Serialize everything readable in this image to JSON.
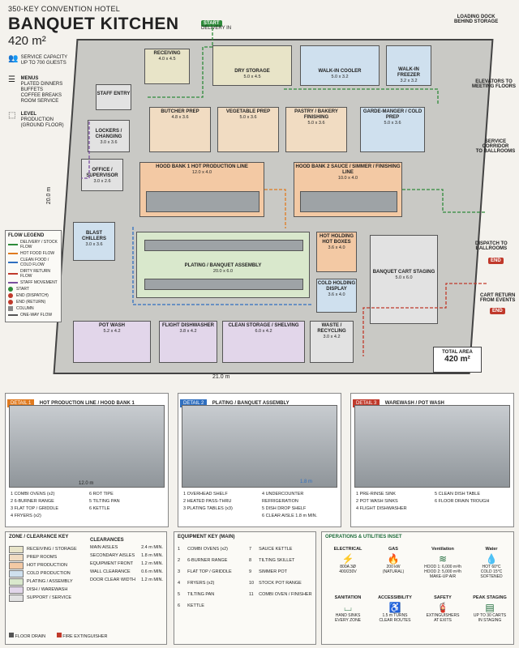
{
  "header": {
    "subtitle": "350-KEY CONVENTION HOTEL",
    "title": "BANQUET KITCHEN",
    "area": "420 m²"
  },
  "info": [
    {
      "icon": "guests-icon",
      "lines": [
        "SERVICE CAPACITY",
        "UP TO 700 GUESTS"
      ]
    },
    {
      "icon": "menu-icon",
      "label": "MENUS",
      "lines": [
        "PLATED DINNERS",
        "BUFFETS",
        "COFFEE BREAKS",
        "ROOM SERVICE"
      ]
    },
    {
      "icon": "level-icon",
      "label": "LEVEL",
      "lines": [
        "PRODUCTION",
        "(GROUND FLOOR)"
      ]
    }
  ],
  "plan_labels": {
    "loading": [
      "LOADING DOCK",
      "BEHIND STORAGE"
    ],
    "start_delivery": [
      "START",
      "DELIVERY IN"
    ],
    "width": "21.0 m",
    "height": "20.0 m",
    "dispatch": [
      "DISPATCH TO",
      "BALLROOMS"
    ],
    "cart_return": [
      "CART RETURN",
      "FROM EVENTS"
    ],
    "end": "END",
    "elevators": [
      "ELEVATORS TO",
      "MEETING FLOORS"
    ],
    "service_corridor": [
      "SERVICE CORRIDOR",
      "TO BALLROOMS"
    ],
    "total_area_label": "TOTAL AREA",
    "total_area": "420 m²"
  },
  "rooms": [
    {
      "id": "receiving",
      "name": "RECEIVING",
      "dim": "4.0 x 4.5"
    },
    {
      "id": "dry-storage",
      "name": "DRY STORAGE",
      "dim": "5.0 x 4.5"
    },
    {
      "id": "walk-in-cooler",
      "name": "WALK-IN COOLER",
      "dim": "5.0 x 3.2"
    },
    {
      "id": "walk-in-freezer",
      "name": "WALK-IN FREEZER",
      "dim": "3.2 x 3.2"
    },
    {
      "id": "staff-entry",
      "name": "STAFF ENTRY",
      "dim": ""
    },
    {
      "id": "butcher-prep",
      "name": "BUTCHER PREP",
      "dim": "4.8 x 3.6"
    },
    {
      "id": "vegetable-prep",
      "name": "VEGETABLE PREP",
      "dim": "5.0 x 3.6"
    },
    {
      "id": "pastry",
      "name": "PASTRY / BAKERY FINISHING",
      "dim": "5.0 x 3.6"
    },
    {
      "id": "garde-manger",
      "name": "GARDE-MANGER / COLD PREP",
      "dim": "5.0 x 3.6"
    },
    {
      "id": "lockers",
      "name": "LOCKERS / CHANGING",
      "dim": "3.0 x 3.6"
    },
    {
      "id": "office",
      "name": "OFFICE / SUPERVISOR",
      "dim": "3.0 x 2.6"
    },
    {
      "id": "hood-bank-1",
      "name": "HOOD BANK 1 HOT PRODUCTION LINE",
      "dim": "12.0 x 4.0"
    },
    {
      "id": "hood-bank-2",
      "name": "HOOD BANK 2 SAUCE / SIMMER / FINISHING LINE",
      "dim": "10.0 x 4.0"
    },
    {
      "id": "blast-chillers",
      "name": "BLAST CHILLERS",
      "dim": "3.0 x 3.6"
    },
    {
      "id": "hot-holding",
      "name": "HOT HOLDING HOT BOXES",
      "dim": "3.6 x 4.0"
    },
    {
      "id": "plating",
      "name": "PLATING / BANQUET ASSEMBLY",
      "dim": "20.0 x 6.0"
    },
    {
      "id": "cold-holding",
      "name": "COLD HOLDING DISPLAY",
      "dim": "3.6 x 4.0"
    },
    {
      "id": "banquet-cart",
      "name": "BANQUET CART STAGING",
      "dim": "5.0 x 6.0"
    },
    {
      "id": "pot-wash",
      "name": "POT WASH",
      "dim": "5.2 x 4.2"
    },
    {
      "id": "flight-dish",
      "name": "FLIGHT DISHWASHER",
      "dim": "3.8 x 4.2"
    },
    {
      "id": "clean-storage",
      "name": "CLEAN STORAGE / SHELVING",
      "dim": "6.0 x 4.2"
    },
    {
      "id": "waste",
      "name": "WASTE / RECYCLING",
      "dim": "3.0 x 4.2"
    }
  ],
  "flow_legend": {
    "title": "FLOW LEGEND",
    "items": [
      {
        "label": "DELIVERY / STOCK FLOW",
        "color": "#2e8b3a"
      },
      {
        "label": "HOT FOOD FLOW",
        "color": "#e07a1f"
      },
      {
        "label": "CLEAN FOOD / COLD FLOW",
        "color": "#2f6fc0"
      },
      {
        "label": "DIRTY RETURN FLOW",
        "color": "#c0392b"
      },
      {
        "label": "STAFF MOVEMENT",
        "color": "#7b4fa0"
      }
    ],
    "markers": [
      {
        "label": "START",
        "color": "#2e8b3a"
      },
      {
        "label": "END (DISPATCH)",
        "color": "#c0392b"
      },
      {
        "label": "END (RETURN)",
        "color": "#c0392b"
      },
      {
        "label": "COLUMN",
        "color": "#888888"
      },
      {
        "label": "ONE-WAY FLOW",
        "color": "#555555"
      }
    ]
  },
  "details": [
    {
      "tag": "DETAIL 1",
      "title": "HOT PRODUCTION LINE / HOOD BANK 1",
      "color": "#e07a1f",
      "dim": "12.0 m",
      "items": [
        "1 COMBI OVENS (x2)",
        "2 6-BURNER RANGE",
        "3 FLAT TOP / GRIDDLE",
        "4 FRYERS (x2)",
        "6 ROT TIPE",
        "5 TILTING PAN",
        "6 KETTLE"
      ]
    },
    {
      "tag": "DETAIL 2",
      "title": "PLATING / BANQUET ASSEMBLY",
      "color": "#2f6fc0",
      "dim": "1.8 m",
      "items": [
        "1 OVERHEAD SHELF",
        "2 HEATED PASS-THRU",
        "3 PLATING TABLES (x3)",
        "4 UNDERCOUNTER REFRIGERATION",
        "5 DISH DROP SHELF",
        "6 CLEAR AISLE 1.8 m MIN."
      ]
    },
    {
      "tag": "DETAIL 3",
      "title": "WAREWASH / POT WASH",
      "color": "#c0392b",
      "dim": "",
      "items": [
        "1 PRE-RINSE SINK",
        "2 POT WASH SINKS",
        "4 FLIGHT DISHWASHER",
        "5 CLEAN DISH TABLE",
        "6 FLOOR DRAIN TROUGH"
      ]
    }
  ],
  "zone_key": {
    "title": "ZONE / CLEARANCE KEY",
    "zones": [
      {
        "label": "RECEIVING / STORAGE",
        "color": "#e8e4c8"
      },
      {
        "label": "PREP ROOMS",
        "color": "#f1dcc2"
      },
      {
        "label": "HOT PRODUCTION",
        "color": "#f3c9a4"
      },
      {
        "label": "COLD PRODUCTION",
        "color": "#cfe0ee"
      },
      {
        "label": "PLATING / ASSEMBLY",
        "color": "#d9e8cc"
      },
      {
        "label": "DISH / WAREWASH",
        "color": "#e2d6ea"
      },
      {
        "label": "SUPPORT / SERVICE",
        "color": "#e2e2e2"
      }
    ],
    "floor_drain": "FLOOR DRAIN",
    "fire_ext": "FIRE EXTINGUISHER",
    "clearances_title": "CLEARANCES",
    "clearances": [
      {
        "label": "MAIN AISLES",
        "value": "2.4 m MIN."
      },
      {
        "label": "SECONDARY AISLES",
        "value": "1.8 m MIN."
      },
      {
        "label": "EQUIPMENT FRONT",
        "value": "1.2 m MIN."
      },
      {
        "label": "WALL CLEARANCE",
        "value": "0.6 m MIN."
      },
      {
        "label": "DOOR CLEAR WIDTH",
        "value": "1.2 m MIN."
      }
    ]
  },
  "equipment_key": {
    "title": "EQUIPMENT KEY (MAIN)",
    "col1": [
      {
        "n": "1",
        "t": "COMBI OVENS (x2)"
      },
      {
        "n": "2",
        "t": "6-BURNER RANGE"
      },
      {
        "n": "3",
        "t": "FLAT TOP / GRIDDLE"
      },
      {
        "n": "4",
        "t": "FRYERS (x2)"
      },
      {
        "n": "5",
        "t": "TILTING PAN"
      },
      {
        "n": "6",
        "t": "KETTLE"
      }
    ],
    "col2": [
      {
        "n": "7",
        "t": "SAUCE KETTLE"
      },
      {
        "n": "8",
        "t": "TILTING SKILLET"
      },
      {
        "n": "9",
        "t": "SIMMER POT"
      },
      {
        "n": "10",
        "t": "STOCK POT RANGE"
      },
      {
        "n": "11",
        "t": "COMBI OVEN / FINISHER"
      }
    ]
  },
  "utilities": {
    "title": "OPERATIONS & UTILITIES INSET",
    "row1": [
      {
        "name": "ELECTRICAL",
        "icon": "electrical-icon",
        "glyph": "⚡",
        "lines": [
          "800A 3Ø",
          "400/230V"
        ]
      },
      {
        "name": "GAS",
        "icon": "gas-icon",
        "glyph": "🔥",
        "lines": [
          "200 kW",
          "(NATURAL)"
        ]
      },
      {
        "name": "Ventilation",
        "icon": "ventilation-icon",
        "glyph": "≋",
        "lines": [
          "HOOD 1: 6,000 m³/h",
          "HOOD 2: 5,000 m³/h",
          "MAKE-UP AIR"
        ]
      },
      {
        "name": "Water",
        "icon": "water-icon",
        "glyph": "💧",
        "lines": [
          "HOT 60°C",
          "COLD 15°C",
          "SOFTENED"
        ]
      }
    ],
    "row2": [
      {
        "name": "SANITATION",
        "icon": "sink-icon",
        "glyph": "⌴",
        "lines": [
          "HAND SINKS",
          "EVERY ZONE"
        ]
      },
      {
        "name": "ACCESSIBILITY",
        "icon": "accessibility-icon",
        "glyph": "♿",
        "lines": [
          "1.5 m TURNS",
          "CLEAR ROUTES"
        ]
      },
      {
        "name": "SAFETY",
        "icon": "extinguisher-icon",
        "glyph": "🧯",
        "lines": [
          "EXTINGUISHERS",
          "AT EXITS"
        ]
      },
      {
        "name": "PEAK STAGING",
        "icon": "cart-icon",
        "glyph": "▤",
        "lines": [
          "UP TO 30 CARTS",
          "IN STAGING"
        ]
      }
    ]
  }
}
